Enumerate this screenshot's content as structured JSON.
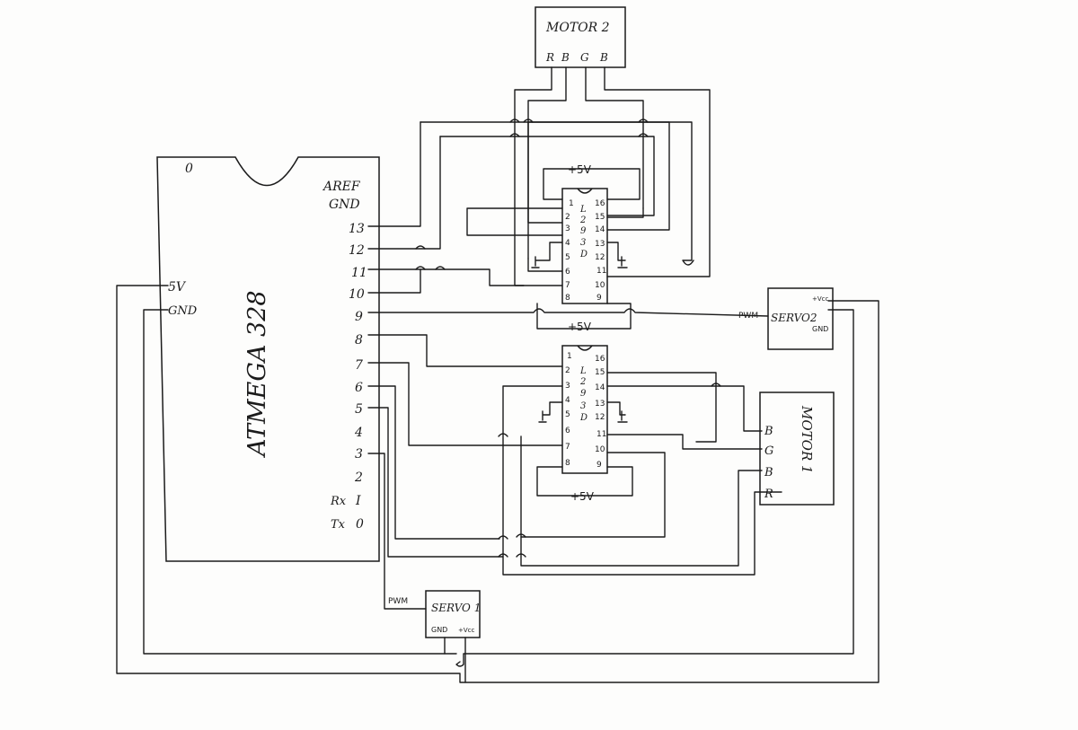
{
  "mcu": {
    "name": "ATMEGA 328",
    "corner_mark": "0",
    "top_pins": [
      "AREF",
      "GND"
    ],
    "right_pins": [
      "13",
      "12",
      "11",
      "10",
      "9",
      "8",
      "7",
      "6",
      "5",
      "4",
      "3",
      "2",
      "I",
      "0"
    ],
    "rx_label": "Rx",
    "tx_label": "Tx",
    "left_pins": [
      "5V",
      "GND"
    ]
  },
  "motor2": {
    "title": "MOTOR 2",
    "pins": [
      "R",
      "B",
      "G",
      "B"
    ]
  },
  "motor1": {
    "title": "MOTOR 1",
    "pins": [
      "B",
      "G",
      "B",
      "R"
    ]
  },
  "driver_upper": {
    "left_nums": [
      "1",
      "2",
      "3",
      "4",
      "5",
      "6",
      "7",
      "8"
    ],
    "right_nums": [
      "16",
      "15",
      "14",
      "13",
      "12",
      "11",
      "10",
      "9"
    ],
    "center_letters": [
      "L",
      "2",
      "9",
      "3",
      "D"
    ],
    "supply_top": "+5V",
    "supply_bottom": "+5V"
  },
  "driver_lower": {
    "left_nums": [
      "1",
      "2",
      "3",
      "4",
      "5",
      "6",
      "7",
      "8"
    ],
    "right_nums": [
      "16",
      "15",
      "14",
      "13",
      "12",
      "11",
      "10",
      "9"
    ],
    "center_letters": [
      "L",
      "2",
      "9",
      "3",
      "D"
    ],
    "supply_bottom": "+5V"
  },
  "servo2": {
    "name": "SERVO2",
    "pwm": "PWM",
    "vcc": "+Vcc",
    "gnd": "GND"
  },
  "servo1": {
    "name": "SERVO 1",
    "pwm": "PWM",
    "gnd": "GND",
    "vcc": "+Vcc"
  }
}
